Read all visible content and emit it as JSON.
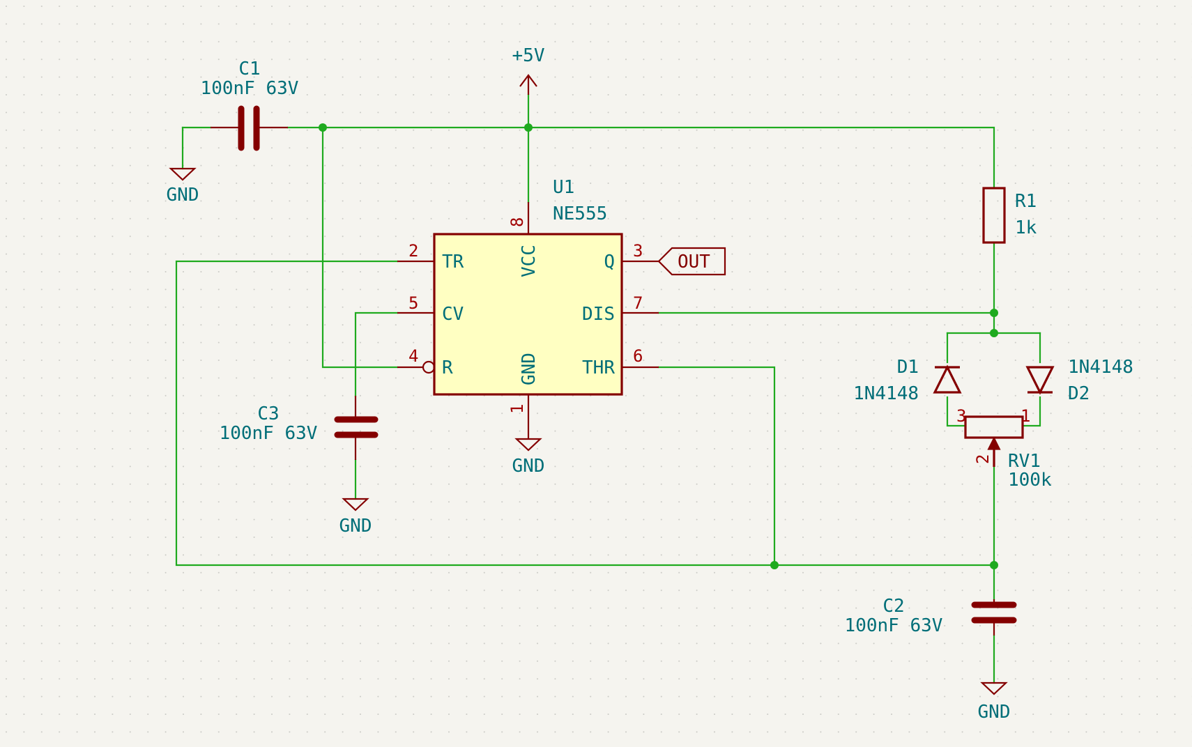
{
  "schematic": {
    "power": {
      "vcc": "+5V",
      "gnd": "GND"
    },
    "u1": {
      "ref": "U1",
      "value": "NE555",
      "pins": {
        "tr": {
          "num": "2",
          "name": "TR"
        },
        "cv": {
          "num": "5",
          "name": "CV"
        },
        "r": {
          "num": "4",
          "name": "R"
        },
        "vcc": {
          "num": "8",
          "name": "VCC"
        },
        "gnd": {
          "num": "1",
          "name": "GND"
        },
        "q": {
          "num": "3",
          "name": "Q"
        },
        "dis": {
          "num": "7",
          "name": "DIS"
        },
        "thr": {
          "num": "6",
          "name": "THR"
        }
      }
    },
    "c1": {
      "ref": "C1",
      "value": "100nF 63V"
    },
    "c2": {
      "ref": "C2",
      "value": "100nF 63V"
    },
    "c3": {
      "ref": "C3",
      "value": "100nF 63V"
    },
    "r1": {
      "ref": "R1",
      "value": "1k"
    },
    "d1": {
      "ref": "D1",
      "value": "1N4148"
    },
    "d2": {
      "ref": "D2",
      "value": "1N4148"
    },
    "rv1": {
      "ref": "RV1",
      "value": "100k",
      "pins": {
        "a": "3",
        "b": "1",
        "w": "2"
      }
    },
    "out_label": "OUT",
    "colors": {
      "wire": "#1faa1f",
      "symbol": "#840000",
      "fill": "#ffffc2",
      "text": "#006e78",
      "background": "#f5f4ef"
    }
  }
}
